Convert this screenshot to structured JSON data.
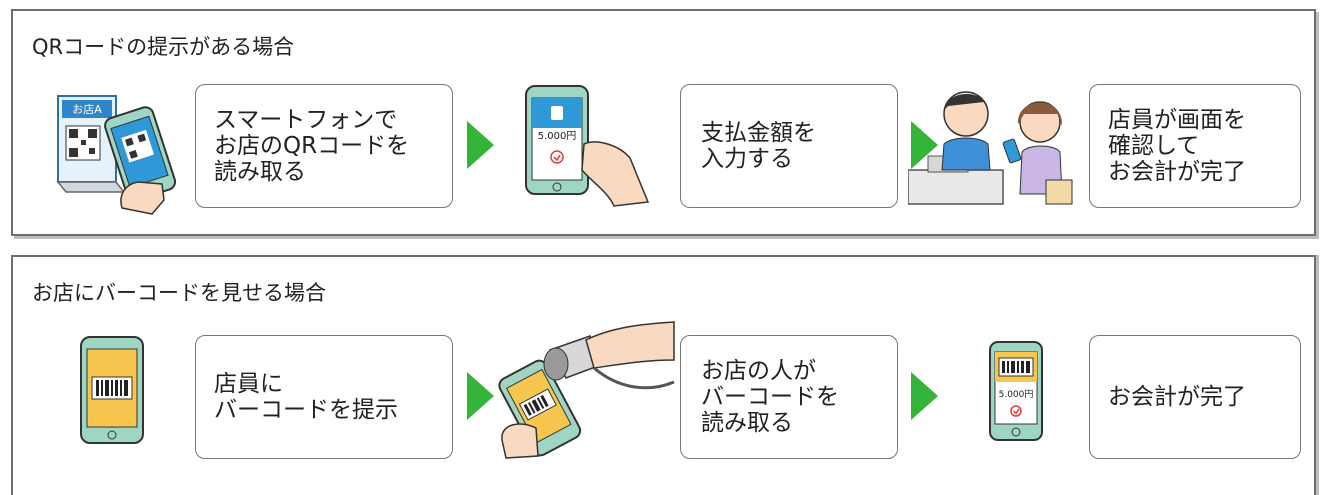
{
  "colors": {
    "arrow": "#34b53a",
    "phone_body": "#9fd6c3",
    "phone_screen_qr": "#2f98d6",
    "phone_screen_bar": "#f7c64f",
    "skin": "#f9d9c0"
  },
  "qr_section": {
    "title": "QRコードの提示がある場合",
    "illus_qr_stand": {
      "icon": "qr-stand-scan-icon",
      "label": "お店A"
    },
    "step1": "スマートフォンで\nお店のQRコードを\n読み取る",
    "illus_phone": {
      "icon": "phone-amount-input-icon",
      "amount": "5.000円"
    },
    "step2": "支払金額を\n入力する",
    "illus_staff": {
      "icon": "staff-confirm-icon"
    },
    "step3": "店員が画面を\n確認して\nお会計が完了"
  },
  "barcode_section": {
    "title": "お店にバーコードを見せる場合",
    "illus_phone_barcode": {
      "icon": "phone-barcode-icon"
    },
    "step1": "店員に\nバーコードを提示",
    "illus_scanner": {
      "icon": "barcode-scanner-icon"
    },
    "step2": "お店の人が\nバーコードを\n読み取る",
    "illus_phone_paid": {
      "icon": "phone-paid-icon",
      "amount": "5.000円"
    },
    "step3": "お会計が完了"
  }
}
